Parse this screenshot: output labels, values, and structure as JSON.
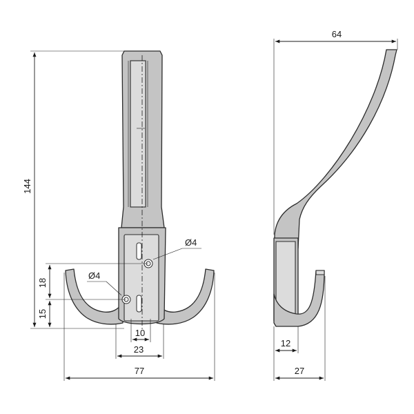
{
  "drawing": {
    "colors": {
      "part_fill": "#c4c4c4",
      "part_outline": "#2b2b2b",
      "dimension_line": "#1a1a1a",
      "background": "#ffffff"
    },
    "front_view": {
      "height_total": "144",
      "width_total": "77",
      "plate_width": "23",
      "hole_spacing_horizontal": "10",
      "hole_offset_upper": "18",
      "hole_offset_lower": "15",
      "hole_diameter_upper": "Ø4",
      "hole_diameter_lower": "Ø4"
    },
    "side_view": {
      "depth_total": "64",
      "base_thickness": "12",
      "hook_depth": "27"
    }
  }
}
